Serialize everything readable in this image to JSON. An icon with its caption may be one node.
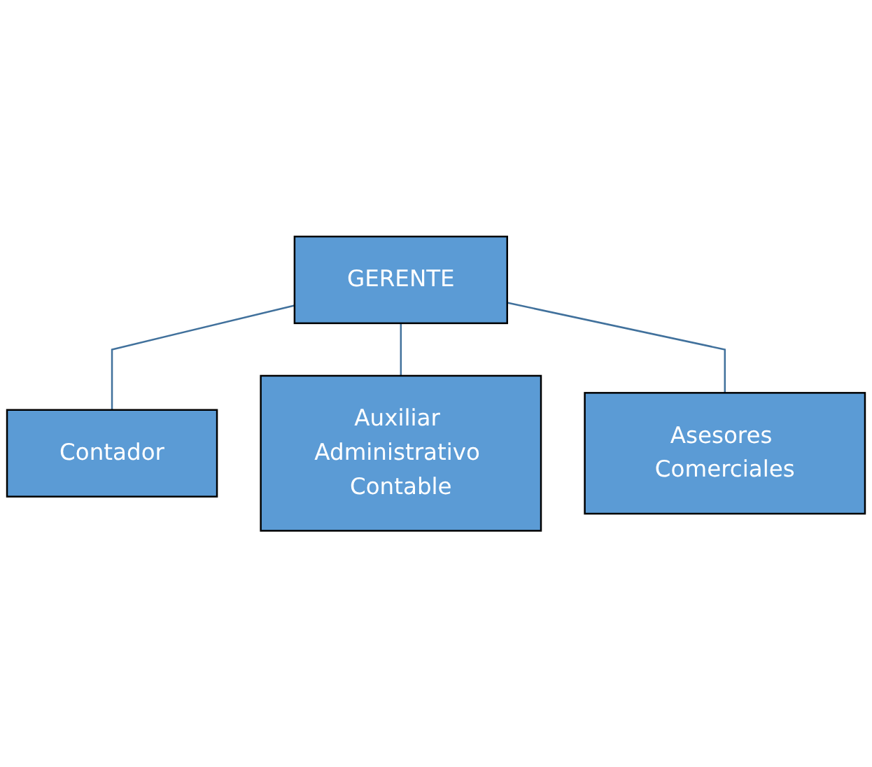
{
  "diagram": {
    "nodes": [
      {
        "text": [
          "GERENTE"
        ]
      },
      {
        "text": [
          "Contador"
        ]
      },
      {
        "text": [
          "Auxiliar Administrativo Contable"
        ]
      },
      {
        "text": [
          "Asesores Comerciales"
        ]
      }
    ],
    "edges": [
      {
        "from": 0,
        "to": 1,
        "arrow": "none"
      },
      {
        "from": 0,
        "to": 2,
        "arrow": "none"
      },
      {
        "from": 0,
        "to": 3,
        "arrow": "none"
      }
    ]
  }
}
